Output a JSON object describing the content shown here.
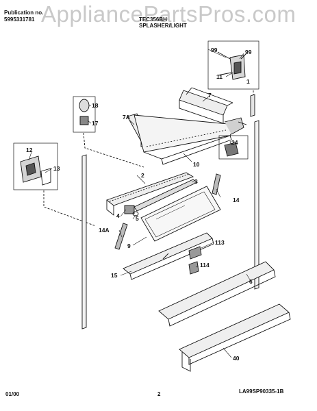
{
  "header": {
    "publication_label": "Publication no.",
    "publication_number": "5995331781",
    "model": "TEC356BH",
    "section": "SPLASHER/LIGHT"
  },
  "watermark": "AppliancePartsPros.com",
  "callouts": {
    "c1": "1",
    "c2": "2",
    "c3": "3",
    "c4": "4",
    "c5": "5",
    "c6": "6",
    "c7": "7",
    "c7a": "7A",
    "c9": "9",
    "c10": "10",
    "c11": "11",
    "c12": "12",
    "c13": "13",
    "c14": "14",
    "c14a": "14A",
    "c15": "15",
    "c17": "17",
    "c18": "18",
    "c24": "24",
    "c40": "40",
    "c99a": "99",
    "c99b": "99",
    "c113": "113",
    "c114": "114"
  },
  "footer": {
    "drawing_code": "LA99SP90335-1B",
    "date": "01/00",
    "page": "2"
  }
}
